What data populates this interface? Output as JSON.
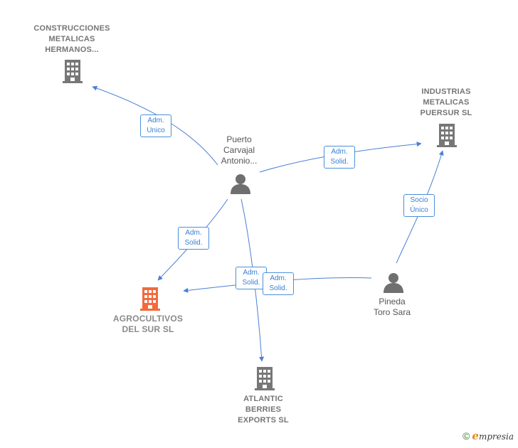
{
  "colors": {
    "edge": "#4a7fd6",
    "company": "#777777",
    "focus_company": "#f26a3d",
    "person": "#6f6f6f"
  },
  "companies": [
    {
      "id": "construcciones",
      "lines": [
        "CONSTRUCCIONES",
        "METALICAS",
        "HERMANOS..."
      ],
      "icon": "building-icon"
    },
    {
      "id": "industrias",
      "lines": [
        "INDUSTRIAS",
        "METALICAS",
        "PUERSUR SL"
      ],
      "icon": "building-icon"
    },
    {
      "id": "agrocultivos",
      "lines": [
        "AGROCULTIVOS",
        "DEL SUR  SL"
      ],
      "icon": "building-icon",
      "focus": true
    },
    {
      "id": "atlantic",
      "lines": [
        "ATLANTIC",
        "BERRIES",
        "EXPORTS  SL"
      ],
      "icon": "building-icon"
    }
  ],
  "people": [
    {
      "id": "puerto",
      "lines": [
        "Puerto",
        "Carvajal",
        "Antonio..."
      ],
      "icon": "person-icon"
    },
    {
      "id": "pineda",
      "lines": [
        "Pineda",
        "Toro Sara"
      ],
      "icon": "person-icon"
    }
  ],
  "edges": [
    {
      "from": "puerto",
      "to": "construcciones",
      "label": [
        "Adm.",
        "Unico"
      ]
    },
    {
      "from": "puerto",
      "to": "industrias",
      "label": [
        "Adm.",
        "Solid."
      ]
    },
    {
      "from": "puerto",
      "to": "agrocultivos",
      "label": [
        "Adm.",
        "Solid."
      ]
    },
    {
      "from": "puerto",
      "to": "atlantic",
      "label": [
        "Adm.",
        "Solid."
      ]
    },
    {
      "from": "pineda",
      "to": "agrocultivos",
      "label": [
        "Adm.",
        "Solid."
      ]
    },
    {
      "from": "pineda",
      "to": "industrias",
      "label": [
        "Socio",
        "Único"
      ]
    }
  ],
  "footer": {
    "copyright": "©",
    "brand_initial": "e",
    "brand_rest": "mpresia"
  }
}
